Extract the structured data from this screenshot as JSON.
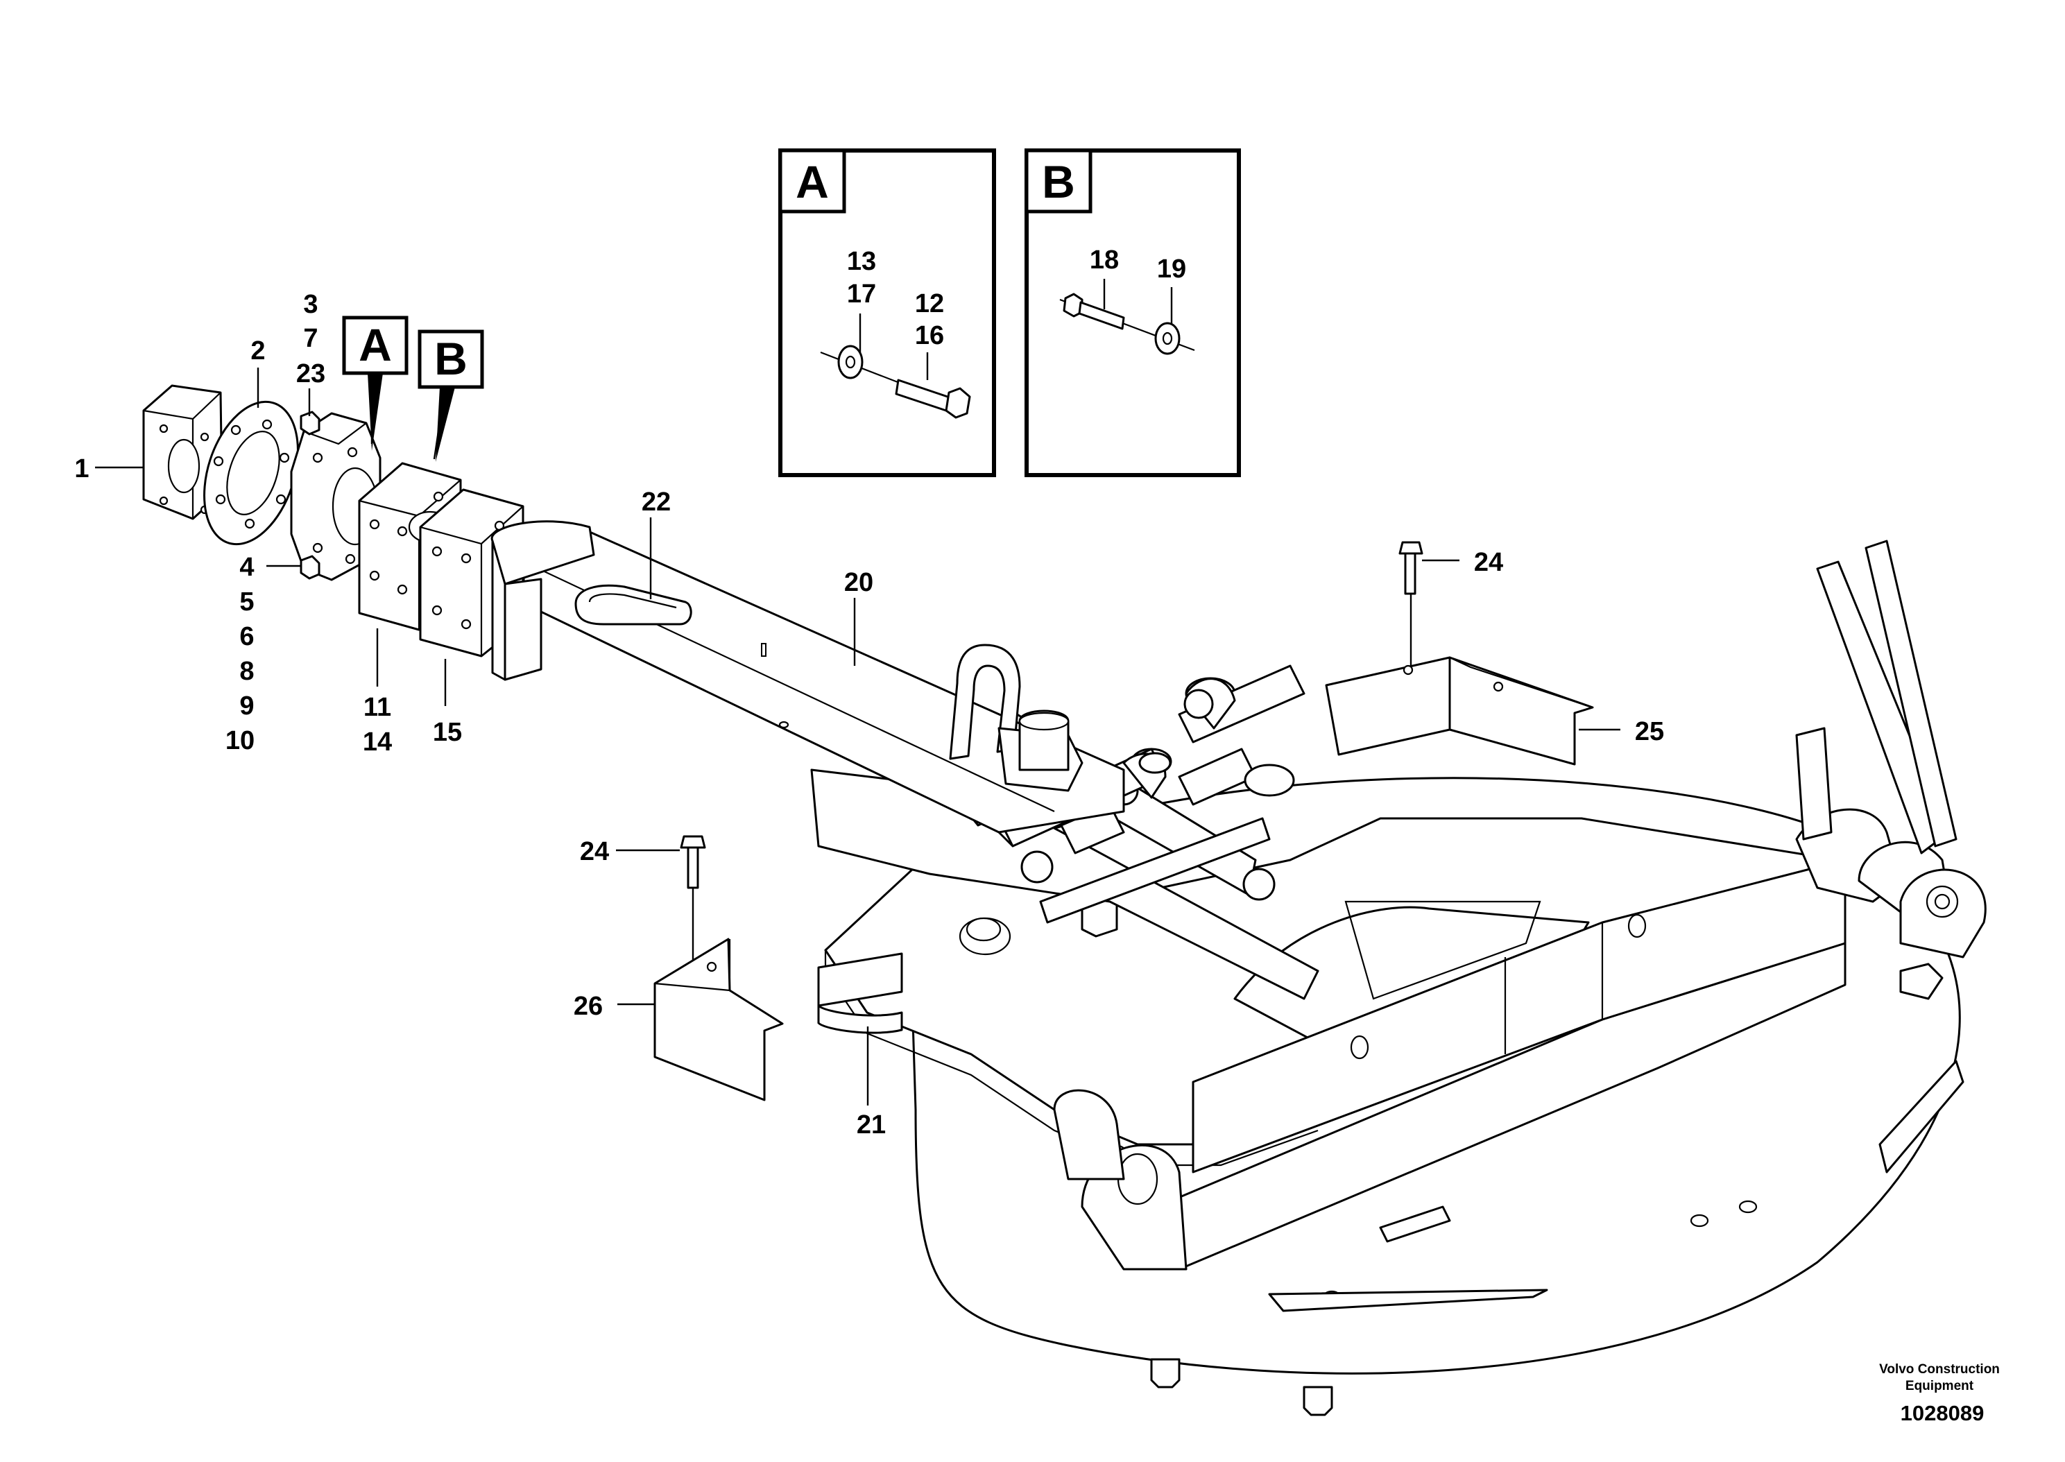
{
  "labels": {
    "p1": "1",
    "p2": "2",
    "p3": "3",
    "p7": "7",
    "p23": "23",
    "p4": "4",
    "p5": "5",
    "p6": "6",
    "p8": "8",
    "p9": "9",
    "p10": "10",
    "p11": "11",
    "p14": "14",
    "p15": "15",
    "p22": "22",
    "p20": "20",
    "p24a": "24",
    "p25": "25",
    "p24b": "24",
    "p26": "26",
    "p21": "21",
    "tagA": "A",
    "tagB": "B"
  },
  "detail_a": {
    "tag": "A",
    "l13": "13",
    "l17": "17",
    "l12": "12",
    "l16": "16"
  },
  "detail_b": {
    "tag": "B",
    "l18": "18",
    "l19": "19"
  },
  "credit": {
    "line1": "Volvo Construction",
    "line2": "Equipment",
    "number": "1028089"
  }
}
